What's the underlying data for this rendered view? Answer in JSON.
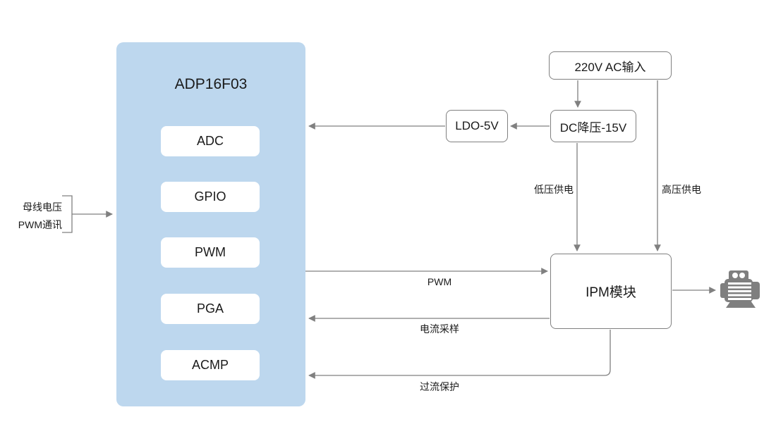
{
  "diagram": {
    "type": "block-diagram",
    "chip": {
      "title": "ADP16F03",
      "modules": [
        "ADC",
        "GPIO",
        "PWM",
        "PGA",
        "ACMP"
      ]
    },
    "nodes": {
      "ac_input": "220V AC输入",
      "dc_buck": "DC降压-15V",
      "ldo": "LDO-5V",
      "ipm": "IPM模块"
    },
    "external_input": {
      "line1": "母线电压",
      "line2": "PWM通讯"
    },
    "edge_labels": {
      "low_voltage": "低压供电",
      "high_voltage": "高压供电",
      "pwm": "PWM",
      "current_sample": "电流采样",
      "overcurrent": "过流保护"
    },
    "icons": {
      "motor": "three-phase-motor-icon"
    },
    "colors": {
      "chip_fill": "#BDD7EE",
      "module_fill": "#FFFFFF",
      "line": "#808080",
      "box_border": "#808080",
      "motor": "#7F7F7F",
      "text": "#1A1A1A",
      "background": "#FFFFFF"
    }
  }
}
